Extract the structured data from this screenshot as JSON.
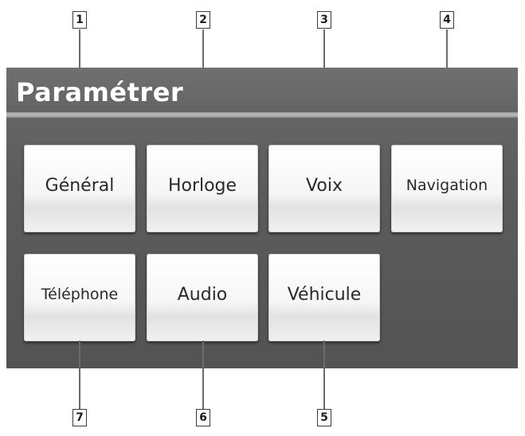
{
  "screen": {
    "title": "Paramétrer"
  },
  "menu": {
    "items": [
      {
        "label": "Général"
      },
      {
        "label": "Horloge"
      },
      {
        "label": "Voix"
      },
      {
        "label": "Navigation"
      },
      {
        "label": "Téléphone"
      },
      {
        "label": "Audio"
      },
      {
        "label": "Véhicule"
      }
    ]
  },
  "callouts": [
    "1",
    "2",
    "3",
    "4",
    "5",
    "6",
    "7"
  ]
}
